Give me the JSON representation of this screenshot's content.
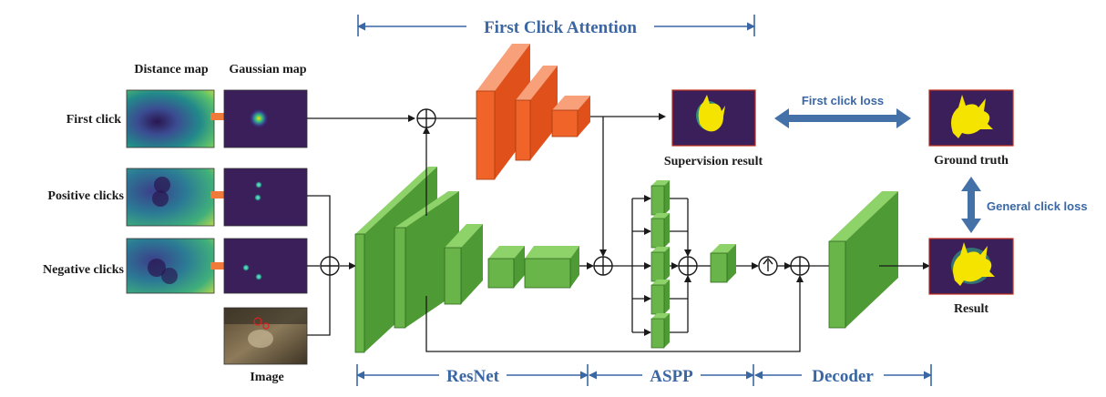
{
  "labels": {
    "first_click_attention": "First Click Attention",
    "distance_map": "Distance map",
    "gaussian_map": "Gaussian map",
    "first_click": "First click",
    "positive_clicks": "Positive clicks",
    "negative_clicks": "Negative clicks",
    "image": "Image",
    "supervision_result": "Supervision result",
    "ground_truth": "Ground truth",
    "result": "Result",
    "first_click_loss": "First click loss",
    "general_click_loss": "General click loss",
    "resnet": "ResNet",
    "aspp": "ASPP",
    "decoder": "Decoder"
  },
  "colors": {
    "orange_block": "#f0642a",
    "green_block": "#6ab54a",
    "label_blue": "#3a67a3",
    "loss_arrow": "#4472a8",
    "map_background": "#3a1f5a",
    "mask_yellow": "#f5e400"
  }
}
